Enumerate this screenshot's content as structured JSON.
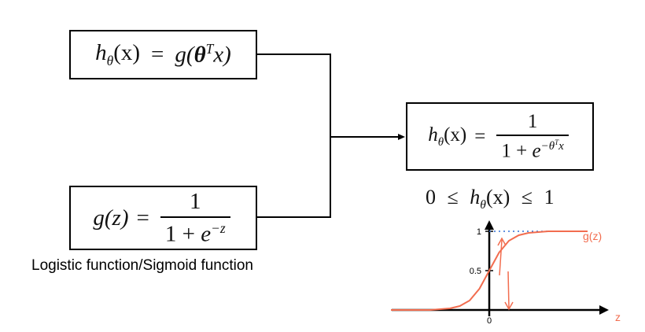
{
  "formulas": {
    "hypothesis": {
      "lhs": "h",
      "lhs_sub": "θ",
      "lhs_arg": "(x)",
      "eq": "=",
      "rhs_fn": "g(",
      "rhs_theta": "θ",
      "rhs_sup": "T",
      "rhs_tail": "x)"
    },
    "sigmoid": {
      "lhs": "g(z)",
      "eq": "=",
      "num": "1",
      "den_one": "1 + ",
      "den_e": "e",
      "den_sup": "−z"
    },
    "result": {
      "lhs": "h",
      "lhs_sub": "θ",
      "lhs_arg": "(x)",
      "eq": "=",
      "num": "1",
      "den_one": "1 + ",
      "den_e": "e",
      "den_sup": "−θ",
      "den_sup_t": "T",
      "den_sup_x": "x"
    },
    "range": {
      "low": "0",
      "le1": "≤",
      "h": "h",
      "h_sub": "θ",
      "h_arg": "(x)",
      "le2": "≤",
      "high": "1"
    }
  },
  "caption": "Logistic function/Sigmoid function",
  "chart_data": {
    "type": "line",
    "series": [
      {
        "name": "g(z)",
        "x": [
          -10,
          -8,
          -6,
          -4,
          -3,
          -2,
          -1,
          0,
          1,
          2,
          3,
          4,
          6,
          8,
          10
        ],
        "y": [
          0.0,
          0.0,
          0.0,
          0.02,
          0.05,
          0.12,
          0.27,
          0.5,
          0.73,
          0.88,
          0.95,
          0.98,
          1.0,
          1.0,
          1.0
        ]
      }
    ],
    "xlabel": "z",
    "ytick_labels": [
      "1",
      "0.5"
    ],
    "xtick_labels": [
      "0"
    ],
    "series_label": "g(z)",
    "accent_color": "#f26d4f"
  }
}
